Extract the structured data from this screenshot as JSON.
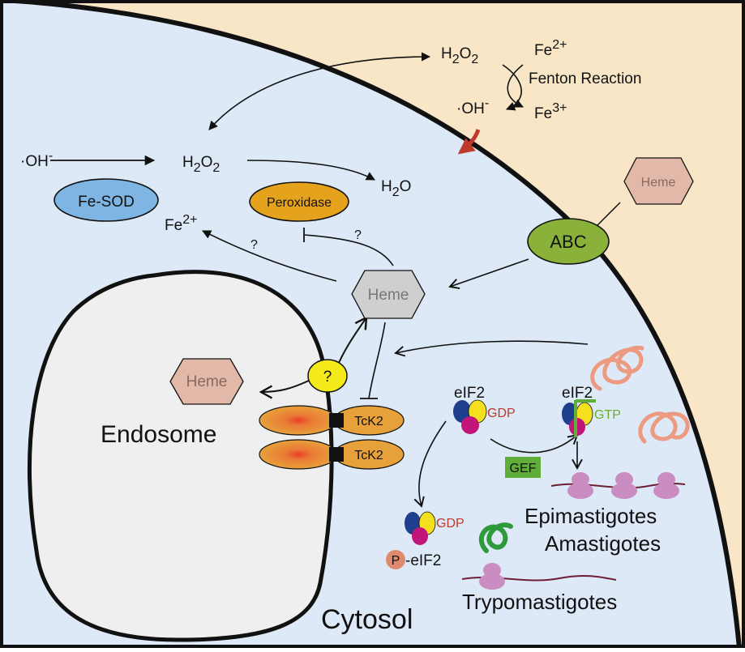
{
  "colors": {
    "extracellular": "#f8e6c6",
    "cytosol": "#dde9f7",
    "endosome": "#efefef",
    "heme_pink": "#e2b9a8",
    "heme_grey": "#cfcfcf",
    "fe_sod": "#7fb5e3",
    "peroxidase": "#e5a21d",
    "abc": "#8ab23a",
    "question": "#f5ea19",
    "tck2": "#e6a13b",
    "gef": "#5fae3a",
    "red_arrow": "#c0392b",
    "gdp_text": "#c0392b",
    "gtp_text": "#6cae2a",
    "ribosome": "#c98dc1",
    "mrna": "#6b1f33",
    "ribbon_salmon": "#ec9a80",
    "ribbon_green": "#2f9a3b",
    "subunit_blue": "#1d3f8e",
    "subunit_yellow": "#f4e01d",
    "subunit_magenta": "#c2157a",
    "phospho": "#de8a6e"
  },
  "labels": {
    "h2o2_top_main": "H",
    "h2o2_top_sub1": "2",
    "h2o2_top_mid": "O",
    "h2o2_top_sub2": "2",
    "fe2_top_main": "Fe",
    "fe2_top_sup": "2+",
    "fenton": "Fenton Reaction",
    "oh_top_main": "·OH",
    "oh_top_sup": "-",
    "fe3_main": "Fe",
    "fe3_sup": "3+",
    "oh_left_main": "·OH",
    "oh_left_sup": "-",
    "h2o2_mid_main": "H",
    "h2o2_mid_sub1": "2",
    "h2o2_mid_mid": "O",
    "h2o2_mid_sub2": "2",
    "h2o_main": "H",
    "h2o_sub": "2",
    "h2o_end": "O",
    "fe_sod": "Fe-SOD",
    "peroxidase": "Peroxidase",
    "fe2_mid_main": "Fe",
    "fe2_mid_sup": "2+",
    "question_fe": "?",
    "question_perox": "?",
    "heme_outside": "Heme",
    "abc": "ABC",
    "heme_center": "Heme",
    "heme_endosome": "Heme",
    "question_transporter": "?",
    "endosome": "Endosome",
    "tck2_top": "TcK2",
    "tck2_bottom": "TcK2",
    "eif2_left": "eIF2",
    "gdp_left": "GDP",
    "eif2_right": "eIF2",
    "gtp": "GTP",
    "gef": "GEF",
    "gdp_bottom": "GDP",
    "p_label": "P",
    "p_eif2": "-eIF2",
    "epimastigotes": "Epimastigotes",
    "amastigotes": "Amastigotes",
    "trypomastigotes": "Trypomastigotes",
    "cytosol": "Cytosol"
  }
}
